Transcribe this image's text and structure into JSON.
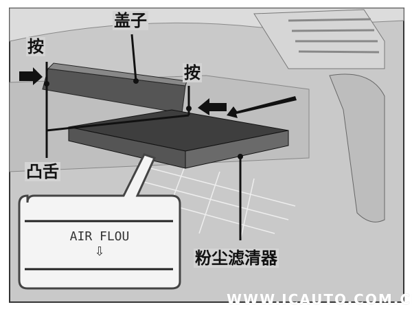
{
  "labels": {
    "press_left": "按",
    "cover": "盖子",
    "press_right": "按",
    "tab": "凸舌",
    "dust_filter": "粉尘滤清器"
  },
  "callout": {
    "text": "AIR FLOU",
    "arrow": "⇩"
  },
  "watermark": "WWW.ICAUTO.COM.CN"
}
